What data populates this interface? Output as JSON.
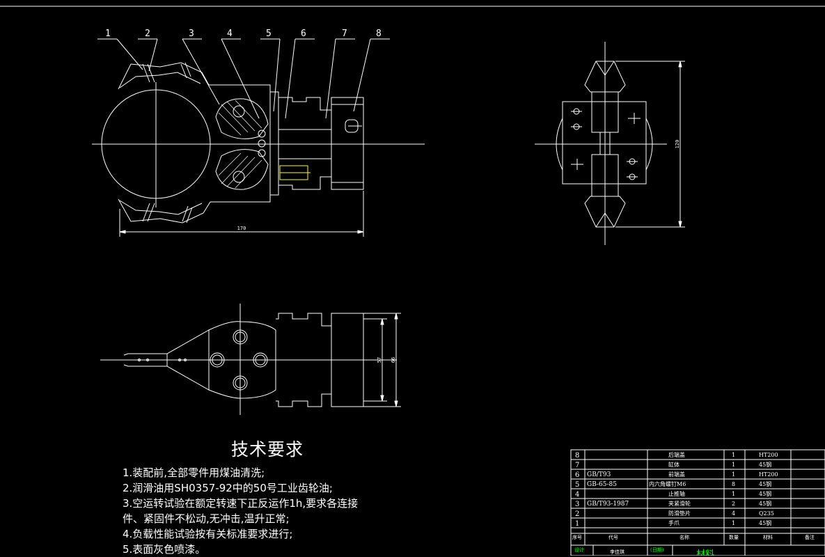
{
  "balloons": [
    "1",
    "2",
    "3",
    "4",
    "5",
    "6",
    "7",
    "8"
  ],
  "dimensions": {
    "front_width": "170",
    "side_height": "120",
    "top_inner": "57",
    "top_outer": "66"
  },
  "tech": {
    "title": "技术要求",
    "lines": [
      "1.装配前,全部零件用煤油清洗;",
      "2.润滑油用SH0357-92中的50号工业齿轮油;",
      "3.空运转试验在额定转速下正反运作1h,要求各连接",
      "件、紧固件不松动,无冲击,温升正常;",
      "4.负载性能试验按有关标准要求进行;",
      "5.表面灰色喷漆。"
    ]
  },
  "bom": {
    "rows": [
      {
        "no": "8",
        "code": "",
        "name": "后端盖",
        "qty": "1",
        "mat": "HT200"
      },
      {
        "no": "7",
        "code": "",
        "name": "缸体",
        "qty": "1",
        "mat": "45钢"
      },
      {
        "no": "6",
        "code": "GB/T93",
        "name": "前端盖",
        "qty": "1",
        "mat": "HT200"
      },
      {
        "no": "5",
        "code": "GB-65-85",
        "name": "内六角螺钉M6",
        "qty": "8",
        "mat": "45钢"
      },
      {
        "no": "4",
        "code": "",
        "name": "止推轴",
        "qty": "1",
        "mat": "45钢"
      },
      {
        "no": "3",
        "code": "GB/T93-1987",
        "name": "夹紧滑轮",
        "qty": "2",
        "mat": "45钢"
      },
      {
        "no": "2",
        "code": "",
        "name": "防滑垫片",
        "qty": "4",
        "mat": "Q235"
      },
      {
        "no": "1",
        "code": "",
        "name": "手爪",
        "qty": "1",
        "mat": "45钢"
      }
    ],
    "header": {
      "no": "序号",
      "code": "代号",
      "name": "名称",
      "qty": "数量",
      "mat": "材料",
      "note": "备注"
    },
    "footer": {
      "design": "设计",
      "designer": "李佳琪",
      "date": "(日期)",
      "material": "材料"
    }
  },
  "colors": {
    "background": "#000000",
    "line": "#ffffff",
    "accent": "#00ff00",
    "highlight": "#ffff00"
  }
}
